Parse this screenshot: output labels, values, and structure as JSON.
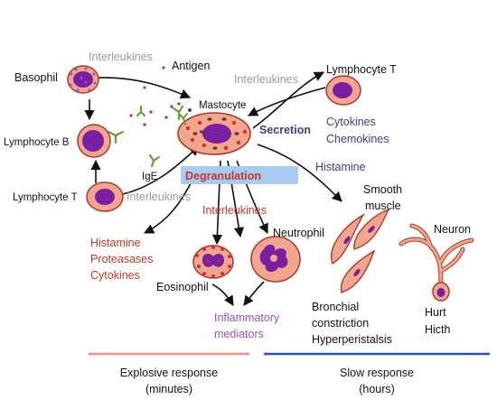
{
  "labels": {
    "basophil": "Basophil",
    "interleukines_top": "Interleukines",
    "antigen": "Antigen",
    "interleukines_right": "Interleukines",
    "lymphocyte_t_top": "Lymphocyte T",
    "mastocyte": "Mastocyte",
    "lymphocyte_b": "Lymphocyte B",
    "ige": "IgE",
    "secretion": "Secretion",
    "cytokines": "Cytokines",
    "chemokines": "Chemokines",
    "histamine_right": "Histamine",
    "degranulation": "Degranulation",
    "lymphocyte_t_left": "Lymphocyte T",
    "interleukines_left": "Interleukines",
    "interleukines_center": "Interleukines",
    "smooth": "Smooth",
    "muscle": "muscle",
    "neuron": "Neuron",
    "neutrophil": "Neutrophil",
    "histamine_left": "Histamine",
    "proteasases": "Proteasases",
    "cytokines_left": "Cytokines",
    "eosinophil": "Eosinophil",
    "inflammatory": "Inflammatory",
    "mediators": "mediators",
    "bronchial": "Bronchial",
    "constriction": "constriction",
    "hyperperistalsis": "Hyperperistalsis",
    "hurt": "Hurt",
    "hicth": "Hicth",
    "explosive_response": "Explosive response",
    "explosive_minutes": "(minutes)",
    "slow_response": "Slow response",
    "slow_hours": "(hours)"
  },
  "colors": {
    "cell_fill": "#f2a68e",
    "cell_stroke": "#a83a2a",
    "nucleus": "#7b1fa2",
    "nucleus_light": "#9c4dcc",
    "granule_red": "#d32f2f",
    "antibody": "#6a9e3a",
    "text_black": "#111111",
    "text_gray": "#9a9a9a",
    "text_red": "#c0392b",
    "text_navy": "#3b3f8f",
    "text_purple": "#9b4fc8",
    "degran_bg": "#a8cbf0",
    "line_explosive": "#f0908a",
    "line_slow": "#2c4fa8"
  }
}
